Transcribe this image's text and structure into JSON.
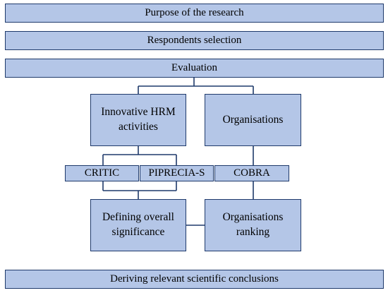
{
  "diagram": {
    "steps": {
      "purpose": "Purpose of the research",
      "respondents": "Respondents selection",
      "evaluation": "Evaluation",
      "innovative_hrm": "Innovative HRM activities",
      "organisations": "Organisations",
      "critic": "CRITIC",
      "piprecia": "PIPRECIA-S",
      "cobra": "COBRA",
      "defining": "Defining overall significance",
      "ranking": "Organisations ranking",
      "conclusions": "Deriving relevant scientific conclusions"
    },
    "colors": {
      "box_fill": "#b4c6e7",
      "box_border": "#1f3a6b",
      "connector": "#1f3a6b"
    }
  }
}
